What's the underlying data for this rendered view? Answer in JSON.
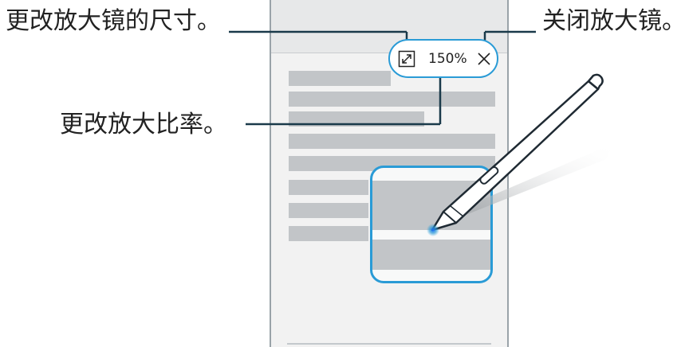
{
  "callouts": {
    "resize": "更改放大镜的尺寸。",
    "close": "关闭放大镜。",
    "ratio": "更改放大比率。"
  },
  "magnifier_toolbar": {
    "zoom_level": "150%",
    "resize_icon": "resize-arrows-icon",
    "close_icon": "close-x-icon"
  },
  "colors": {
    "accent": "#2a9bd6",
    "leader_line": "#1a3a4a",
    "text_bar": "#c2c5c8"
  }
}
